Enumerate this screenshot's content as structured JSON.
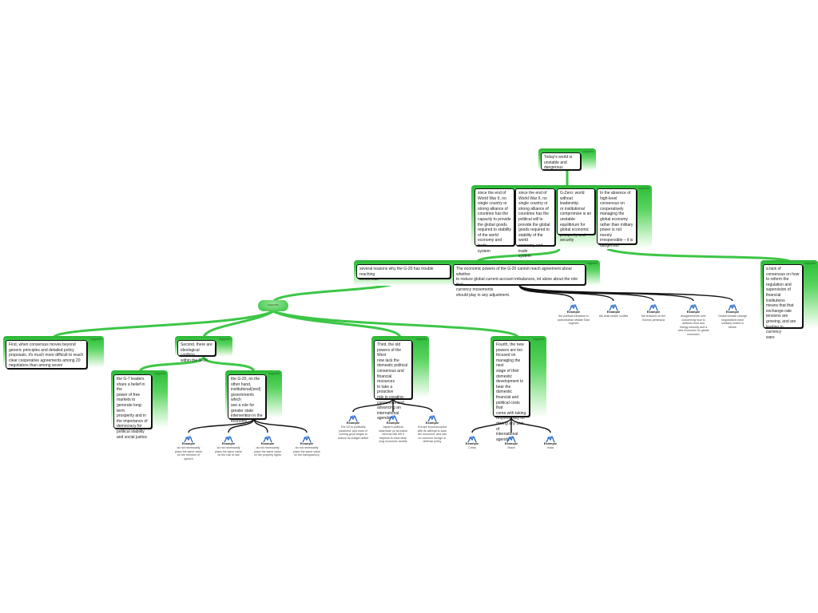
{
  "tag": "supports",
  "example_label": "Example",
  "nodes": {
    "root": "Today's world is\nunstable and\ndangerous",
    "a1": "since the end of\nWorld War II, no\nsingle country or\nstrong alliance of\ncountries has the\ncapacity to provide\nthe global goods\nrequired to stability\nof the world\neconomy and trade\nsystem",
    "a2": "since the end of\nWorld War II, no\nsingle country or\nstrong alliance of\ncountries has the\npolitical will to\nprovide the global\ngoods required to\nstability of the world\neconomy and trade\nsystem",
    "a3": "G-Zero: world\nwithout leadership\nor institutional\ncompromise is an\nunstable\nequilibrium for\nglobal economic\nprosperity and\nsecurity",
    "a4": "In the absence of\nhigh-level\nconsensus on\ncooperatively\nmanaging the\nglobal economy\nrather than military\npower is not merely\nirresponsible – it is\ndangerous",
    "b1": "several reasons why the G-20 has trouble reaching\nconsensus",
    "b2": "The economic powers of the G-20 cannot reach agreement about whether\nto reduce global current-account imbalances, let alone about the role that\ncurrency movements\nshould play in any adjustment.",
    "lack": "a lack of\nconsensus on how\nto reform the\nregulation and\nsupervision of\nfinancial institutions\nmeans that that\nexchange-rate\ntensions are\ngrowing, and are\nleading to currency\nwars",
    "r1": "First, when consensus moves beyond\ngeneric principles and detailed policy\nproposals, it's much more difficult to reach\nclear cooperative agreements among 20\nnegotiators than among seven",
    "r2": "Second, there are\nideological conflicts\nwithin the G-20",
    "r3": "Third, the old\npowers of the West\nnow lack the\ndomestic political\nconsensus and\nfinancial resources\nto take a proactive\nrole in creating\nconsensus and\nadvancing an\ninternational agenda",
    "r4": "Fourth, the new\npowers are too\nfocused on\nmanaging the next\nstage of their\ndomestic\ndevelopment to\nbear the domestic\nfinancial and\npolitical costs that\ncome with taking\nresponsibility for\ndriving any sort of\ninternational\nagenda",
    "s1": "the G-7 leaders\nshare a belief in the\npower of free\nmarkets to\ngenerate long-term\nprosperity and in\nthe importance of\ndemocracy for\npolitical stability\nand social justice",
    "s2": "the G-20, on the\nother hand,\ninstitutional(ized)\ngovernments which\nsee a role for\ngreater state\nintervention in the\neconomy"
  },
  "examples_b2": [
    "the political transition in\nauthoritarian Middle East\nregimes",
    "the Arab-Israeli conflict",
    "the tensions on the\nKorean peninsula",
    "disagreements over\nconcerning how to\naddress food and\nenergy security and a\nnew economic for global\nrecession",
    "Global climate-change\nnegotiations have\nsimilarly ended in\nfailure"
  ],
  "examples_s2": [
    "do not necessarily\nplace the same value\non the freedom of\nspeech",
    "do not necessarily\nplace the same value\non the rule of law",
    "do not necessarily\nplace the same value\non the property rights",
    "do not necessarily\nplace the same value\non the transparency"
  ],
  "examples_r3": [
    "The US is politically\npolarized, and most of\ncoming good began to\nreduce its budget deficit",
    "Japan's political\nstalemate on its island\nreforms has left it\nhelpless to elect deep\nlong economic doubts",
    "Europe is preoccupied\nwith its attempt to save\nthe eurozone, and has\nno common foreign or\ndefense policy"
  ],
  "examples_r4": [
    "China",
    "Brazil",
    "India"
  ],
  "colors": {
    "green": "#3cc646",
    "dark": "#111111",
    "icon": "#1f5fbf"
  }
}
